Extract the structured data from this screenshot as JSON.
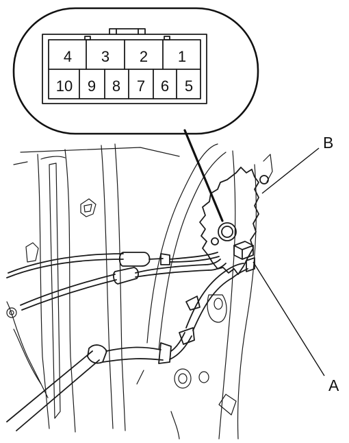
{
  "callouts": {
    "a": "A",
    "b": "B"
  },
  "connector": {
    "top_row": [
      "4",
      "3",
      "2",
      "1"
    ],
    "bottom_row": [
      "10",
      "9",
      "8",
      "7",
      "6",
      "5"
    ]
  }
}
